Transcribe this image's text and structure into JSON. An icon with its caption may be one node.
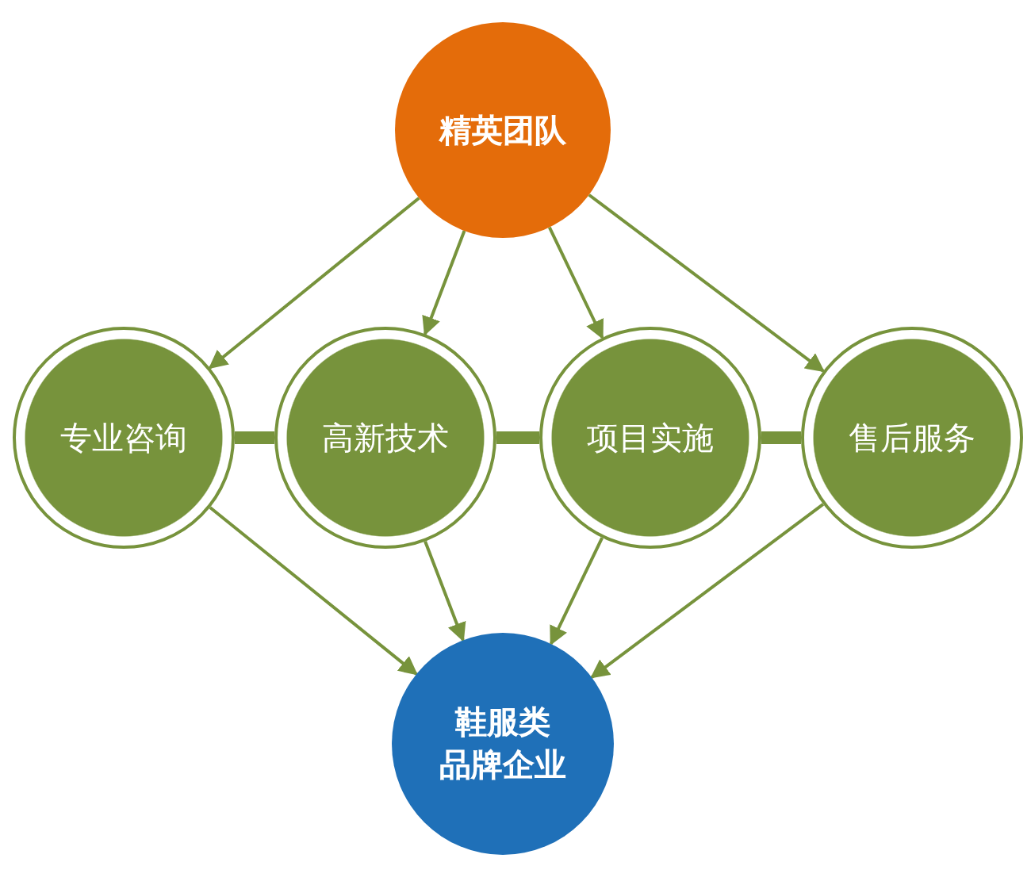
{
  "diagram": {
    "nodes": [
      {
        "text": [
          "精英团队"
        ]
      },
      {
        "text": [
          "专业咨询"
        ]
      },
      {
        "text": [
          "高新技术"
        ]
      },
      {
        "text": [
          "项目实施"
        ]
      },
      {
        "text": [
          "售后服务"
        ]
      },
      {
        "text": [
          "鞋服类品牌企业"
        ]
      }
    ],
    "edges": [
      {
        "from": 0,
        "to": 1,
        "arrow": "to"
      },
      {
        "from": 0,
        "to": 2,
        "arrow": "to"
      },
      {
        "from": 0,
        "to": 3,
        "arrow": "to"
      },
      {
        "from": 0,
        "to": 4,
        "arrow": "to"
      },
      {
        "from": 1,
        "to": 2,
        "arrow": "none",
        "style": "thick"
      },
      {
        "from": 2,
        "to": 3,
        "arrow": "none",
        "style": "thick"
      },
      {
        "from": 3,
        "to": 4,
        "arrow": "none",
        "style": "thick"
      },
      {
        "from": 1,
        "to": 5,
        "arrow": "to"
      },
      {
        "from": 2,
        "to": 5,
        "arrow": "to"
      },
      {
        "from": 3,
        "to": 5,
        "arrow": "to"
      },
      {
        "from": 4,
        "to": 5,
        "arrow": "to"
      }
    ]
  }
}
